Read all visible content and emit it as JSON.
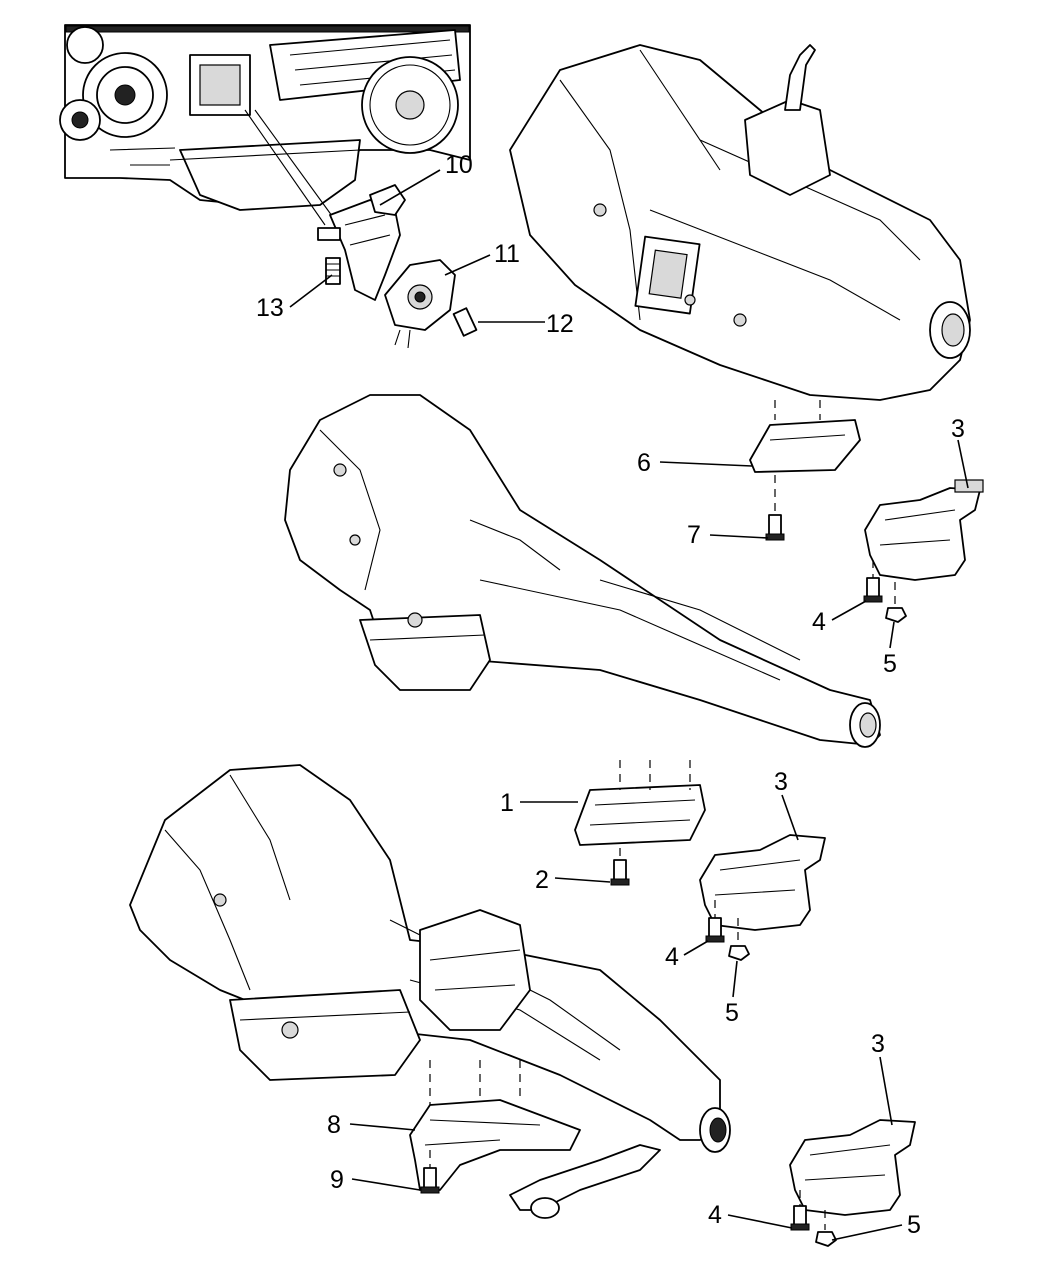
{
  "callouts": {
    "c10": "10",
    "c11": "11",
    "c12": "12",
    "c13": "13",
    "c6": "6",
    "c7": "7",
    "c3a": "3",
    "c4a": "4",
    "c5a": "5",
    "c1": "1",
    "c2": "2",
    "c3b": "3",
    "c4b": "4",
    "c5b": "5",
    "c8": "8",
    "c9": "9",
    "c3c": "3",
    "c4c": "4",
    "c5c": "5"
  }
}
